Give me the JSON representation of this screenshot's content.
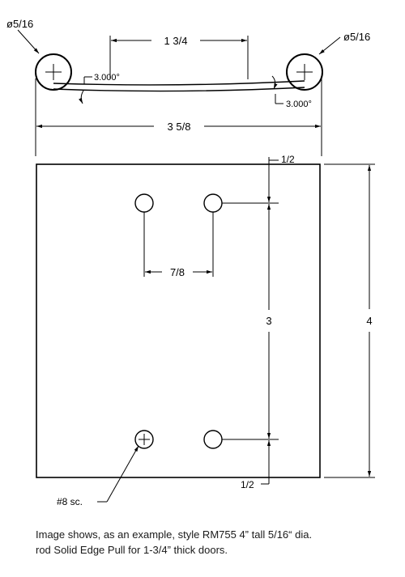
{
  "top_view": {
    "rod_dia_left": "ø5/16",
    "rod_dia_right": "ø5/16",
    "center_dim": "1 3/4",
    "angle_left": "3.000°",
    "angle_right": "3.000°",
    "overall_width": "3 5/8"
  },
  "front_view": {
    "top_offset": "1/2",
    "bottom_offset": "1/2",
    "hole_spacing_horizontal": "7/8",
    "hole_spacing_vertical": "3",
    "overall_height": "4",
    "screw_label": "#8 sc."
  },
  "caption": {
    "line1": "Image shows, as an example, style RM755 4” tall 5/16“ dia.",
    "line2": "rod Solid Edge Pull for 1-3/4” thick doors."
  }
}
